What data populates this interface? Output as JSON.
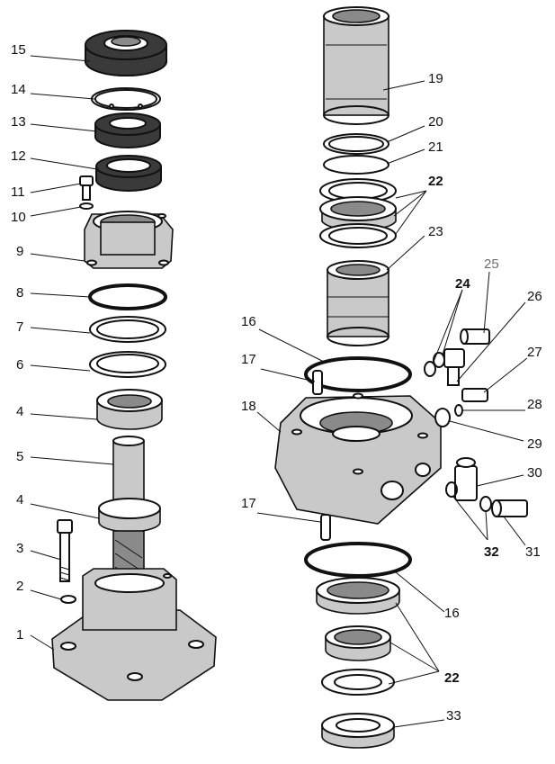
{
  "diagram": {
    "labels": {
      "p1": "1",
      "p2": "2",
      "p3": "3",
      "p4a": "4",
      "p4b": "4",
      "p5": "5",
      "p6": "6",
      "p7": "7",
      "p8": "8",
      "p9": "9",
      "p10": "10",
      "p11": "11",
      "p12": "12",
      "p13": "13",
      "p14": "14",
      "p15": "15",
      "p16a": "16",
      "p16b": "16",
      "p17a": "17",
      "p17b": "17",
      "p18": "18",
      "p19": "19",
      "p20": "20",
      "p21": "21",
      "p22a": "22",
      "p22b": "22",
      "p23": "23",
      "p24": "24",
      "p25": "25",
      "p26": "26",
      "p27": "27",
      "p28": "28",
      "p29": "29",
      "p30": "30",
      "p31": "31",
      "p32": "32",
      "p33": "33"
    }
  }
}
